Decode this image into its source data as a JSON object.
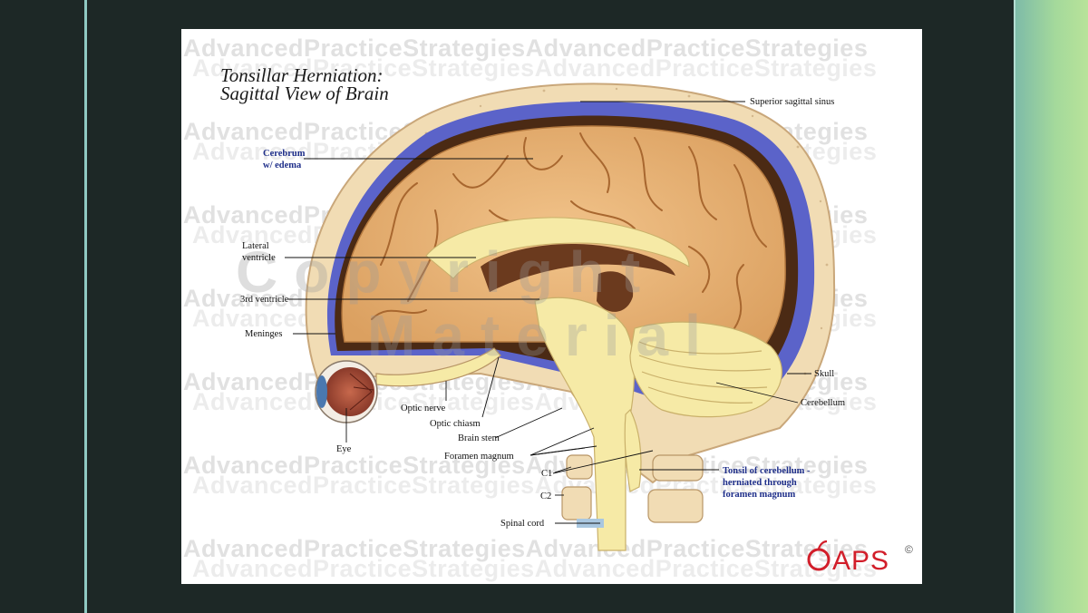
{
  "title_lines": [
    "Tonsillar Herniation:",
    "Sagittal View of Brain"
  ],
  "watermarks": {
    "row_text": "AdvancedPracticeStrategiesAdvancedPracticeStrategies",
    "copyright_line1": "Copyright",
    "copyright_line2": "Material"
  },
  "labels": {
    "superior_sagittal_sinus": "Superior sagittal sinus",
    "cerebrum_line1": "Cerebrum",
    "cerebrum_line2": "w/ edema",
    "lateral_ventricle_line1": "Lateral",
    "lateral_ventricle_line2": "ventricle",
    "third_ventricle": "3rd ventricle",
    "meninges": "Meninges",
    "skull": "Skull",
    "cerebellum": "Cerebellum",
    "optic_nerve": "Optic nerve",
    "optic_chiasm": "Optic chiasm",
    "eye": "Eye",
    "brain_stem": "Brain stem",
    "foramen_magnum": "Foramen magnum",
    "c1": "C1",
    "c2": "C2",
    "spinal_cord": "Spinal cord",
    "tonsil_line1": "Tonsil of cerebellum -",
    "tonsil_line2": "herniated through",
    "tonsil_line3": "foramen magnum"
  },
  "logo": {
    "text": "APS",
    "copyright_symbol": "©",
    "icon": "apple-icon",
    "color": "#d21e2a"
  },
  "colors": {
    "background": "#1d2826",
    "brain": "#e9b47a",
    "csf_blue": "#5b63c9",
    "ventricle": "#6b3a1e",
    "brainstem": "#f6eaa6",
    "skull": "#f1dcb4"
  }
}
